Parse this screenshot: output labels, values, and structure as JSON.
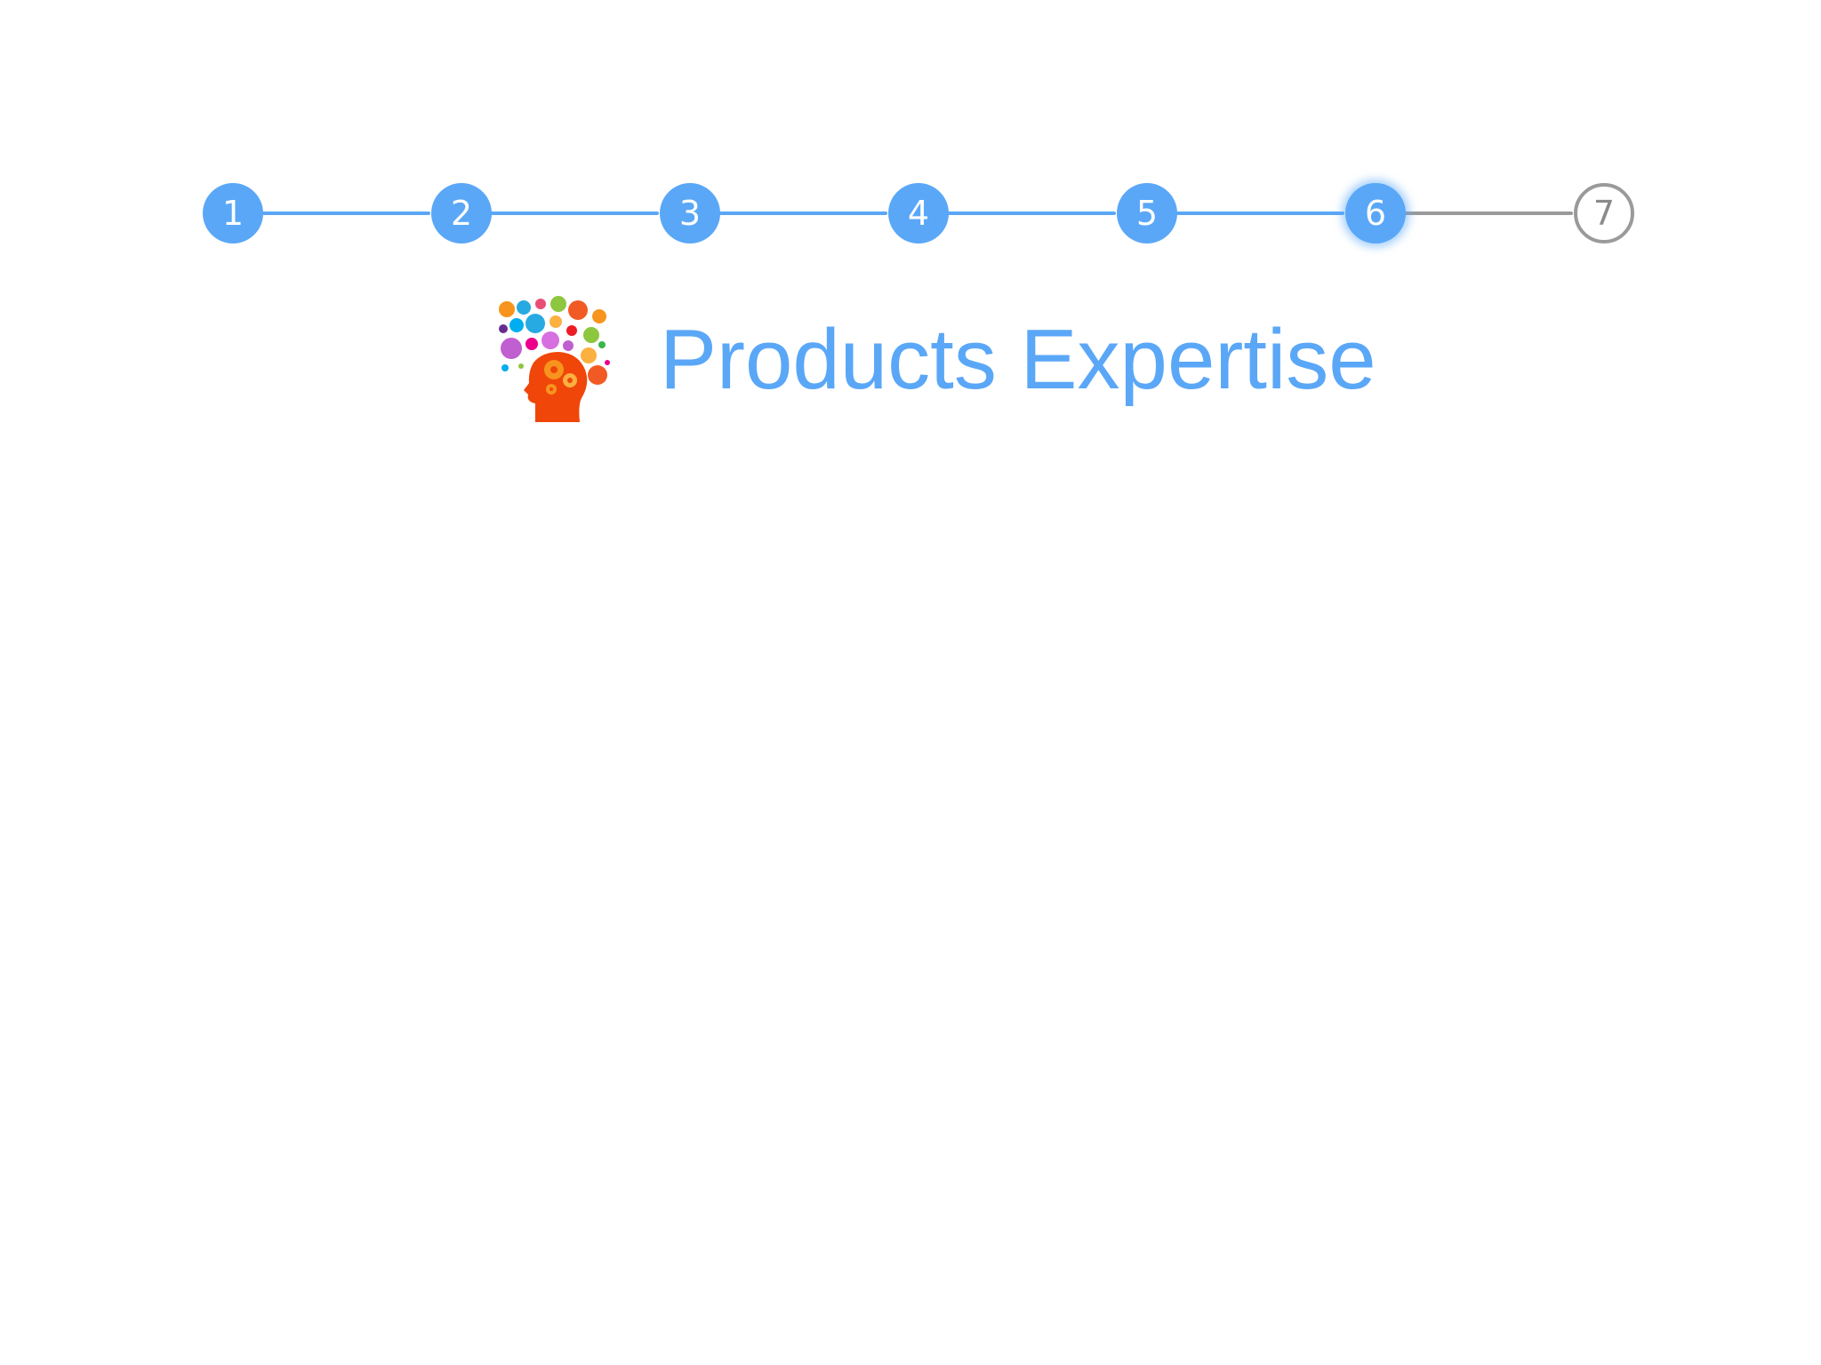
{
  "stepper": {
    "current_step": 6,
    "total_steps": 7,
    "steps": [
      {
        "label": "1",
        "state": "complete"
      },
      {
        "label": "2",
        "state": "complete"
      },
      {
        "label": "3",
        "state": "complete"
      },
      {
        "label": "4",
        "state": "complete"
      },
      {
        "label": "5",
        "state": "complete"
      },
      {
        "label": "6",
        "state": "current"
      },
      {
        "label": "7",
        "state": "pending"
      }
    ]
  },
  "page": {
    "title": "Products Expertise",
    "logo_icon": "head-with-gears-icon"
  },
  "colors": {
    "accent": "#5aa7f7",
    "inactive": "#9a9a9a",
    "logo_head": "#f0460a"
  }
}
